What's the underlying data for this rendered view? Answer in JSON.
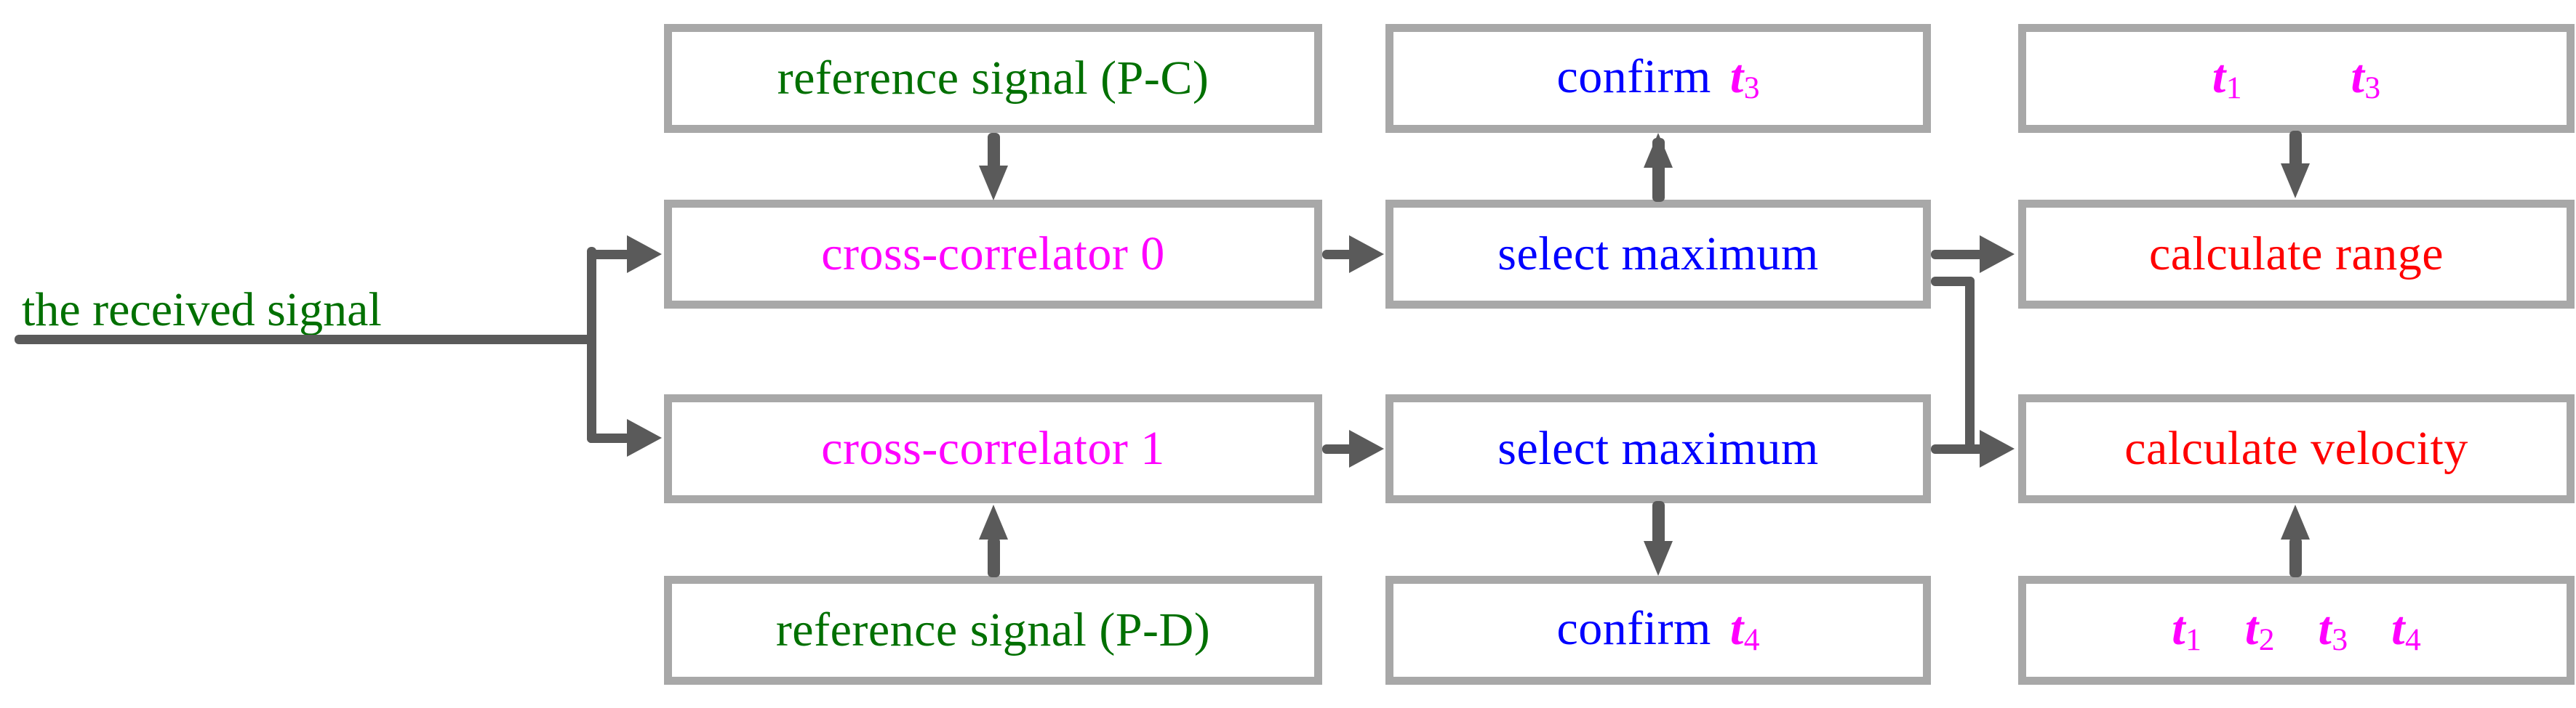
{
  "diagram": {
    "title": "cross-correlation range and velocity estimation block diagram",
    "colors": {
      "box_border": "#a8a8a8",
      "connector": "#5a5a5a",
      "green": "#007000",
      "magenta": "#ff00ff",
      "blue": "#0000ff",
      "red": "#ff0000",
      "background": "#ffffff"
    },
    "source_label": "the received signal",
    "nodes": {
      "ref_signal_pc": "reference signal (P-C)",
      "ref_signal_pd": "reference signal (P-D)",
      "cross_correlator_0": "cross-correlator 0",
      "cross_correlator_1": "cross-correlator 1",
      "select_maximum_top": "select maximum",
      "select_maximum_bottom": "select maximum",
      "confirm_t3_prefix": "confirm",
      "confirm_t4_prefix": "confirm",
      "calculate_range": "calculate range",
      "calculate_velocity": "calculate velocity"
    },
    "time_variables": {
      "t_letter": "t",
      "t1_sub": "1",
      "t2_sub": "2",
      "t3_sub": "3",
      "t4_sub": "4"
    },
    "time_groups": {
      "range_inputs": [
        "t1",
        "t3"
      ],
      "velocity_inputs": [
        "t1",
        "t2",
        "t3",
        "t4"
      ]
    },
    "edges": [
      "the received signal -> cross-correlator 0",
      "the received signal -> cross-correlator 1",
      "reference signal (P-C) -> cross-correlator 0",
      "reference signal (P-D) -> cross-correlator 1",
      "cross-correlator 0 -> select maximum (top)",
      "cross-correlator 1 -> select maximum (bottom)",
      "select maximum (top) -> confirm t3",
      "select maximum (bottom) -> confirm t4",
      "select maximum (top) -> calculate range",
      "select maximum (top) -> calculate velocity",
      "t1 t3 -> calculate range",
      "t1 t2 t3 t4 -> calculate velocity"
    ]
  }
}
